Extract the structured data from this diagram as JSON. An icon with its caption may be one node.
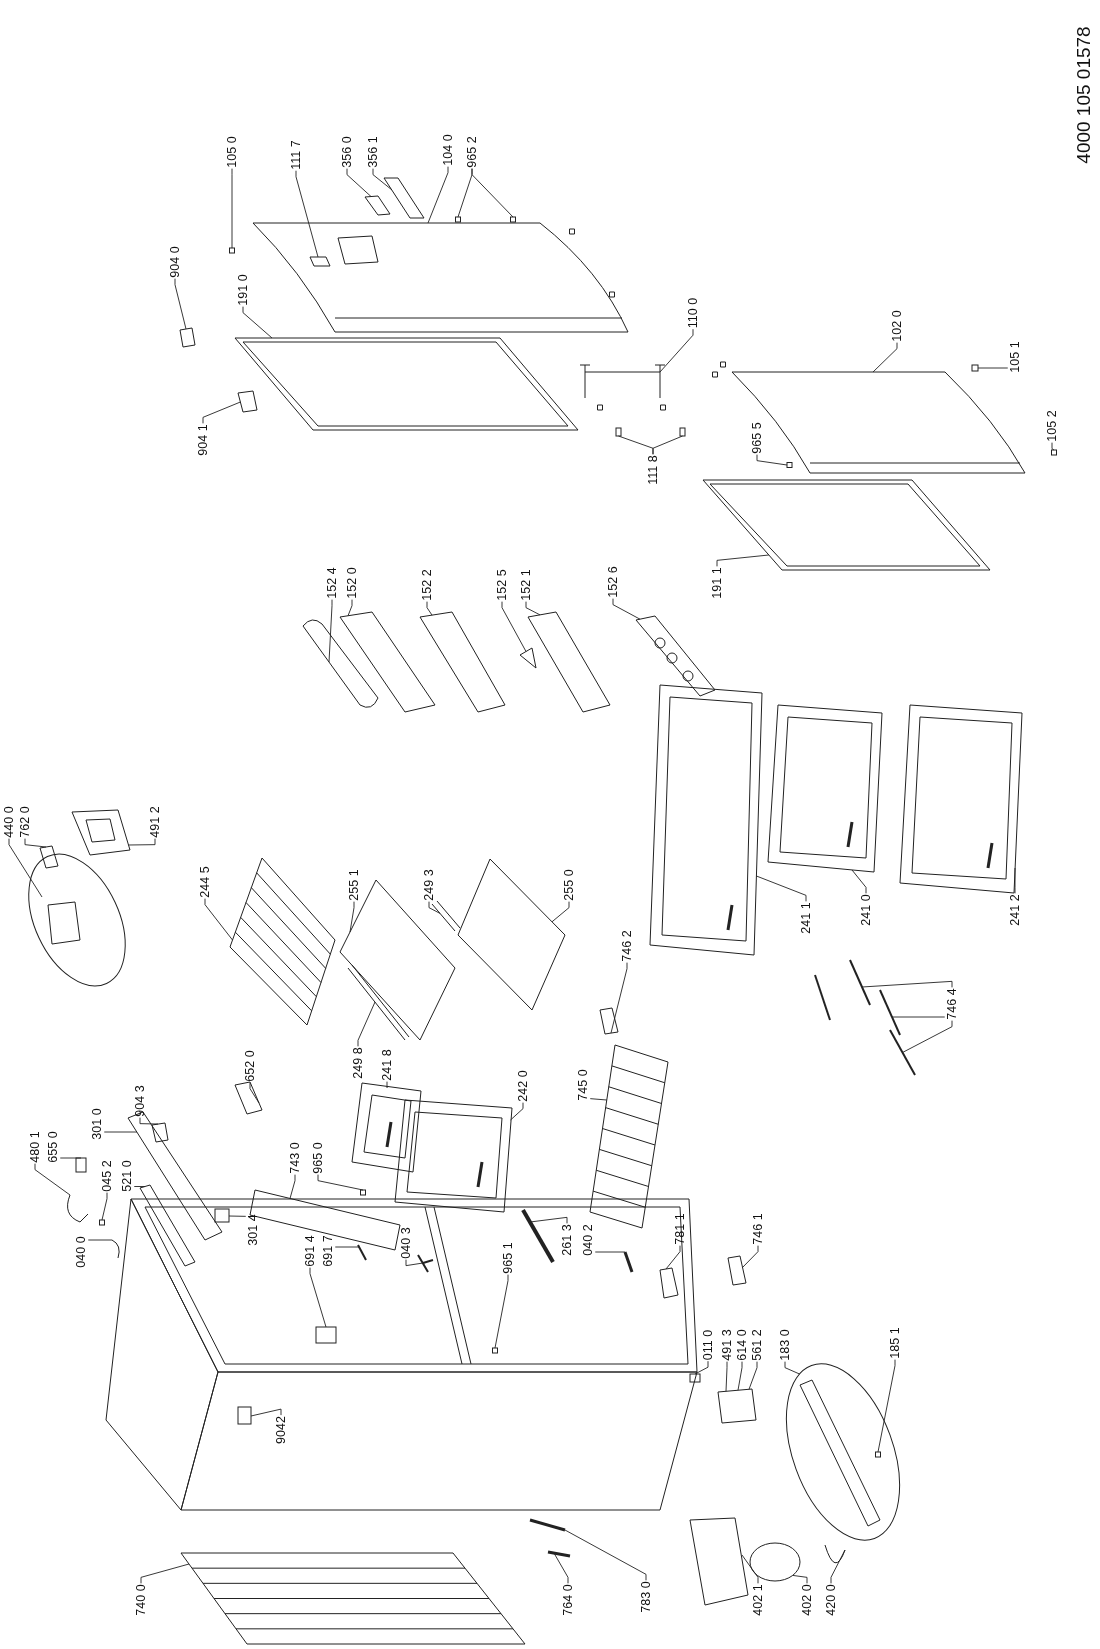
{
  "diagram": {
    "nodes": [
      {
        "text": [
          "105 0"
        ]
      },
      {
        "text": [
          "111 7"
        ]
      },
      {
        "text": [
          "356 0"
        ]
      },
      {
        "text": [
          "356 1"
        ]
      },
      {
        "text": [
          "104 0"
        ]
      },
      {
        "text": [
          "965 2"
        ]
      },
      {
        "text": [
          "904 0"
        ]
      },
      {
        "text": [
          "191 0"
        ]
      },
      {
        "text": [
          "110 0"
        ]
      },
      {
        "text": [
          "102 0"
        ]
      },
      {
        "text": [
          "105 1"
        ]
      },
      {
        "text": [
          "904 1"
        ]
      },
      {
        "text": [
          "111 8"
        ]
      },
      {
        "text": [
          "965 5"
        ]
      },
      {
        "text": [
          "105 2"
        ]
      },
      {
        "text": [
          "152 4"
        ]
      },
      {
        "text": [
          "152 0"
        ]
      },
      {
        "text": [
          "152 2"
        ]
      },
      {
        "text": [
          "152 5"
        ]
      },
      {
        "text": [
          "152 1"
        ]
      },
      {
        "text": [
          "152 6"
        ]
      },
      {
        "text": [
          "191 1"
        ]
      },
      {
        "text": [
          "440 0"
        ]
      },
      {
        "text": [
          "762 0"
        ]
      },
      {
        "text": [
          "491 2"
        ]
      },
      {
        "text": [
          "244 5"
        ]
      },
      {
        "text": [
          "255 1"
        ]
      },
      {
        "text": [
          "249 3"
        ]
      },
      {
        "text": [
          "255 0"
        ]
      },
      {
        "text": [
          "241 1"
        ]
      },
      {
        "text": [
          "241 0"
        ]
      },
      {
        "text": [
          "241 2"
        ]
      },
      {
        "text": [
          "746 2"
        ]
      },
      {
        "text": [
          "746 4"
        ]
      },
      {
        "text": [
          "249 8"
        ]
      },
      {
        "text": [
          "241 8"
        ]
      },
      {
        "text": [
          "652 0"
        ]
      },
      {
        "text": [
          "745 0"
        ]
      },
      {
        "text": [
          "242 0"
        ]
      },
      {
        "text": [
          "904 3"
        ]
      },
      {
        "text": [
          "301 0"
        ]
      },
      {
        "text": [
          "480 1"
        ]
      },
      {
        "text": [
          "655 0"
        ]
      },
      {
        "text": [
          "743 0"
        ]
      },
      {
        "text": [
          "965 0"
        ]
      },
      {
        "text": [
          "045 2"
        ]
      },
      {
        "text": [
          "521 0"
        ]
      },
      {
        "text": [
          "301 4"
        ]
      },
      {
        "text": [
          "040 0"
        ]
      },
      {
        "text": [
          "691 4"
        ]
      },
      {
        "text": [
          "691 7"
        ]
      },
      {
        "text": [
          "040 3"
        ]
      },
      {
        "text": [
          "965 1"
        ]
      },
      {
        "text": [
          "261 3"
        ]
      },
      {
        "text": [
          "040 2"
        ]
      },
      {
        "text": [
          "781 1"
        ]
      },
      {
        "text": [
          "746 1"
        ]
      },
      {
        "text": [
          "011 0"
        ]
      },
      {
        "text": [
          "491 3"
        ]
      },
      {
        "text": [
          "614 0"
        ]
      },
      {
        "text": [
          "561 2"
        ]
      },
      {
        "text": [
          "183 0"
        ]
      },
      {
        "text": [
          "185 1"
        ]
      },
      {
        "text": [
          "9042"
        ]
      },
      {
        "text": [
          "740 0"
        ]
      },
      {
        "text": [
          "764 0"
        ]
      },
      {
        "text": [
          "783 0"
        ]
      },
      {
        "text": [
          "402 1"
        ]
      },
      {
        "text": [
          "402 0"
        ]
      },
      {
        "text": [
          "420 0"
        ]
      },
      {
        "text": [],
        "shape": "box"
      },
      {
        "text": [],
        "shape": "picture",
        "in": 74
      },
      {
        "text": [],
        "shape": "picture"
      },
      {
        "text": [],
        "shape": "picture"
      },
      {
        "text": [],
        "shape": "picture"
      },
      {
        "text": [],
        "shape": "box"
      },
      {
        "text": [],
        "shape": "box"
      },
      {
        "text": [],
        "shape": "picture"
      },
      {
        "text": [],
        "shape": "picture"
      },
      {
        "text": [],
        "shape": "picture"
      },
      {
        "text": [],
        "shape": "picture"
      },
      {
        "text": [],
        "shape": "box"
      },
      {
        "text": [],
        "shape": "picture"
      },
      {
        "text": [],
        "shape": "box"
      },
      {
        "text": [],
        "shape": "box"
      },
      {
        "text": [],
        "shape": "box"
      },
      {
        "text": [],
        "shape": "box"
      },
      {
        "text": [],
        "shape": "picture"
      },
      {
        "text": [],
        "shape": "picture"
      },
      {
        "text": [],
        "shape": "picture"
      },
      {
        "text": [],
        "shape": "picture"
      },
      {
        "text": [],
        "shape": "picture"
      },
      {
        "text": [],
        "shape": "picture"
      },
      {
        "text": [],
        "shape": "picture"
      },
      {
        "text": [],
        "shape": "picture"
      },
      {
        "text": [],
        "shape": "picture"
      },
      {
        "text": [],
        "shape": "picture"
      },
      {
        "text": [],
        "shape": "picture"
      },
      {
        "text": [],
        "shape": "picture"
      },
      {
        "text": [],
        "shape": "picture"
      },
      {
        "text": [],
        "shape": "picture"
      },
      {
        "text": [],
        "shape": "picture"
      },
      {
        "text": [],
        "shape": "picture"
      },
      {
        "text": [],
        "shape": "picture"
      },
      {
        "text": [],
        "shape": "picture"
      },
      {
        "text": [],
        "shape": "picture"
      },
      {
        "text": [],
        "shape": "picture"
      },
      {
        "text": [],
        "shape": "picture"
      },
      {
        "text": [],
        "shape": "picture"
      },
      {
        "text": [],
        "shape": "picture"
      },
      {
        "text": [],
        "shape": "picture"
      },
      {
        "text": [],
        "shape": "picture"
      },
      {
        "text": [],
        "shape": "picture"
      },
      {
        "text": [],
        "shape": "picture"
      },
      {
        "text": [],
        "shape": "picture"
      },
      {
        "text": [],
        "shape": "picture"
      },
      {
        "text": [],
        "shape": "box"
      },
      {
        "text": [],
        "shape": "picture"
      },
      {
        "text": [],
        "shape": "box"
      },
      {
        "text": [],
        "shape": "box"
      },
      {
        "text": [],
        "shape": "picture"
      },
      {
        "text": [],
        "shape": "box"
      },
      {
        "text": [],
        "shape": "picture"
      },
      {
        "text": [],
        "shape": "box"
      },
      {
        "text": [],
        "shape": "picture"
      },
      {
        "text": [],
        "shape": "picture"
      },
      {
        "text": [],
        "shape": "box"
      },
      {
        "text": [],
        "shape": "picture"
      },
      {
        "text": [],
        "shape": "picture"
      },
      {
        "text": [],
        "shape": "picture"
      },
      {
        "text": [],
        "shape": "picture"
      },
      {
        "text": [],
        "shape": "box"
      },
      {
        "text": [],
        "shape": "picture"
      },
      {
        "text": [],
        "shape": "picture"
      },
      {
        "text": [],
        "shape": "box",
        "in": 133
      },
      {
        "text": [],
        "shape": "box"
      },
      {
        "text": [],
        "shape": "picture"
      },
      {
        "text": [],
        "shape": "picture"
      },
      {
        "text": [],
        "shape": "picture"
      },
      {
        "text": [],
        "shape": "picture"
      },
      {
        "text": [],
        "shape": "circle"
      },
      {
        "text": [],
        "shape": "picture"
      }
    ],
    "edges": [
      {
        "from": 0,
        "to": 70,
        "arrow": "none"
      },
      {
        "from": 1,
        "to": 71,
        "arrow": "none"
      },
      {
        "from": 2,
        "to": 72,
        "arrow": "none"
      },
      {
        "from": 3,
        "to": 73,
        "arrow": "none"
      },
      {
        "from": 4,
        "to": 74,
        "arrow": "none"
      },
      {
        "from": 5,
        "to": 75,
        "arrow": "none"
      },
      {
        "from": 5,
        "to": 76,
        "arrow": "none"
      },
      {
        "from": 6,
        "to": 77,
        "arrow": "none"
      },
      {
        "from": 7,
        "to": 78,
        "arrow": "none"
      },
      {
        "from": 8,
        "to": 79,
        "arrow": "none"
      },
      {
        "from": 9,
        "to": 80,
        "arrow": "none"
      },
      {
        "from": 10,
        "to": 81,
        "arrow": "none"
      },
      {
        "from": 11,
        "to": 82,
        "arrow": "none"
      },
      {
        "from": 12,
        "to": 83,
        "arrow": "none"
      },
      {
        "from": 12,
        "to": 84,
        "arrow": "none"
      },
      {
        "from": 13,
        "to": 85,
        "arrow": "none"
      },
      {
        "from": 14,
        "to": 86,
        "arrow": "none"
      },
      {
        "from": 15,
        "to": 87,
        "arrow": "none"
      },
      {
        "from": 16,
        "to": 88,
        "arrow": "none"
      },
      {
        "from": 17,
        "to": 89,
        "arrow": "none"
      },
      {
        "from": 18,
        "to": 90,
        "arrow": "none"
      },
      {
        "from": 19,
        "to": 91,
        "arrow": "none"
      },
      {
        "from": 20,
        "to": 92,
        "arrow": "none"
      },
      {
        "from": 21,
        "to": 93,
        "arrow": "none"
      },
      {
        "from": 22,
        "to": 94,
        "arrow": "none"
      },
      {
        "from": 23,
        "to": 95,
        "arrow": "none"
      },
      {
        "from": 24,
        "to": 96,
        "arrow": "none"
      },
      {
        "from": 25,
        "to": 97,
        "arrow": "none"
      },
      {
        "from": 26,
        "to": 98,
        "arrow": "none"
      },
      {
        "from": 27,
        "to": 99,
        "arrow": "none"
      },
      {
        "from": 28,
        "to": 100,
        "arrow": "none"
      },
      {
        "from": 29,
        "to": 101,
        "arrow": "none"
      },
      {
        "from": 30,
        "to": 102,
        "arrow": "none"
      },
      {
        "from": 31,
        "to": 103,
        "arrow": "none"
      },
      {
        "from": 32,
        "to": 104,
        "arrow": "none"
      },
      {
        "from": 33,
        "to": 105,
        "arrow": "none"
      },
      {
        "from": 33,
        "to": 106,
        "arrow": "none"
      },
      {
        "from": 33,
        "to": 107,
        "arrow": "none"
      },
      {
        "from": 34,
        "to": 108,
        "arrow": "none"
      },
      {
        "from": 35,
        "to": 109,
        "arrow": "none"
      },
      {
        "from": 36,
        "to": 110,
        "arrow": "none"
      },
      {
        "from": 37,
        "to": 111,
        "arrow": "none"
      },
      {
        "from": 38,
        "to": 112,
        "arrow": "none"
      },
      {
        "from": 39,
        "to": 113,
        "arrow": "none"
      },
      {
        "from": 40,
        "to": 114,
        "arrow": "none"
      },
      {
        "from": 41,
        "to": 115,
        "arrow": "none"
      },
      {
        "from": 42,
        "to": 116,
        "arrow": "none"
      },
      {
        "from": 43,
        "to": 117,
        "arrow": "none"
      },
      {
        "from": 44,
        "to": 118,
        "arrow": "none"
      },
      {
        "from": 45,
        "to": 119,
        "arrow": "none"
      },
      {
        "from": 46,
        "to": 120,
        "arrow": "none"
      },
      {
        "from": 47,
        "to": 121,
        "arrow": "none"
      },
      {
        "from": 48,
        "to": 122,
        "arrow": "none"
      },
      {
        "from": 49,
        "to": 123,
        "arrow": "none"
      },
      {
        "from": 50,
        "to": 124,
        "arrow": "none"
      },
      {
        "from": 51,
        "to": 125,
        "arrow": "none"
      },
      {
        "from": 52,
        "to": 126,
        "arrow": "none"
      },
      {
        "from": 53,
        "to": 127,
        "arrow": "none"
      },
      {
        "from": 54,
        "to": 128,
        "arrow": "none"
      },
      {
        "from": 55,
        "to": 129,
        "arrow": "none"
      },
      {
        "from": 56,
        "to": 130,
        "arrow": "none"
      },
      {
        "from": 57,
        "to": 131,
        "arrow": "none"
      },
      {
        "from": 58,
        "to": 132,
        "arrow": "none"
      },
      {
        "from": 59,
        "to": 132,
        "arrow": "none"
      },
      {
        "from": 60,
        "to": 132,
        "arrow": "none"
      },
      {
        "from": 61,
        "to": 133,
        "arrow": "none"
      },
      {
        "from": 62,
        "to": 134,
        "arrow": "none"
      },
      {
        "from": 63,
        "to": 135,
        "arrow": "none"
      },
      {
        "from": 64,
        "to": 136,
        "arrow": "none"
      },
      {
        "from": 65,
        "to": 137,
        "arrow": "none"
      },
      {
        "from": 66,
        "to": 138,
        "arrow": "none"
      },
      {
        "from": 67,
        "to": 139,
        "arrow": "none"
      },
      {
        "from": 68,
        "to": 140,
        "arrow": "none"
      },
      {
        "from": 69,
        "to": 141,
        "arrow": "none"
      }
    ],
    "labels": [
      "4000 105 01578"
    ]
  }
}
